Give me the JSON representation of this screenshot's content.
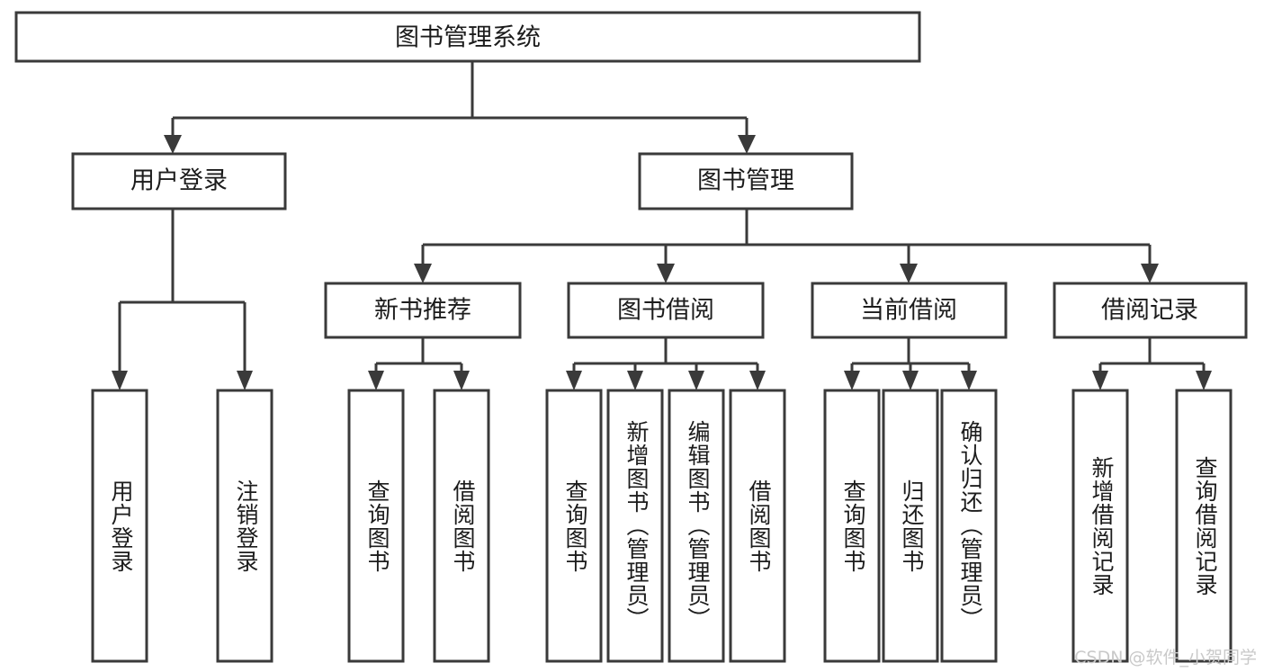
{
  "diagram": {
    "title": "图书管理系统",
    "type": "tree-hierarchy",
    "watermark": "CSDN @软件_小贺同学",
    "colors": {
      "stroke": "#3a3a3a",
      "fill": "#ffffff",
      "text": "#1c1c1c",
      "watermark": "#c9c9c9"
    },
    "root": {
      "label": "图书管理系统"
    },
    "level2": [
      {
        "label": "用户登录"
      },
      {
        "label": "图书管理"
      }
    ],
    "level3": [
      {
        "label": "新书推荐"
      },
      {
        "label": "图书借阅"
      },
      {
        "label": "当前借阅"
      },
      {
        "label": "借阅记录"
      }
    ],
    "leaves": {
      "user_login": [
        {
          "label": "用户登录"
        },
        {
          "label": "注销登录"
        }
      ],
      "new_book": [
        {
          "label": "查询图书"
        },
        {
          "label": "借阅图书"
        }
      ],
      "book_borrow": [
        {
          "label": "查询图书"
        },
        {
          "label": "新增图书（管理员）"
        },
        {
          "label": "编辑图书（管理员）"
        },
        {
          "label": "借阅图书"
        }
      ],
      "current_borrow": [
        {
          "label": "查询图书"
        },
        {
          "label": "归还图书"
        },
        {
          "label": "确认归还（管理员）"
        }
      ],
      "borrow_record": [
        {
          "label": "新增借阅记录"
        },
        {
          "label": "查询借阅记录"
        }
      ]
    }
  }
}
